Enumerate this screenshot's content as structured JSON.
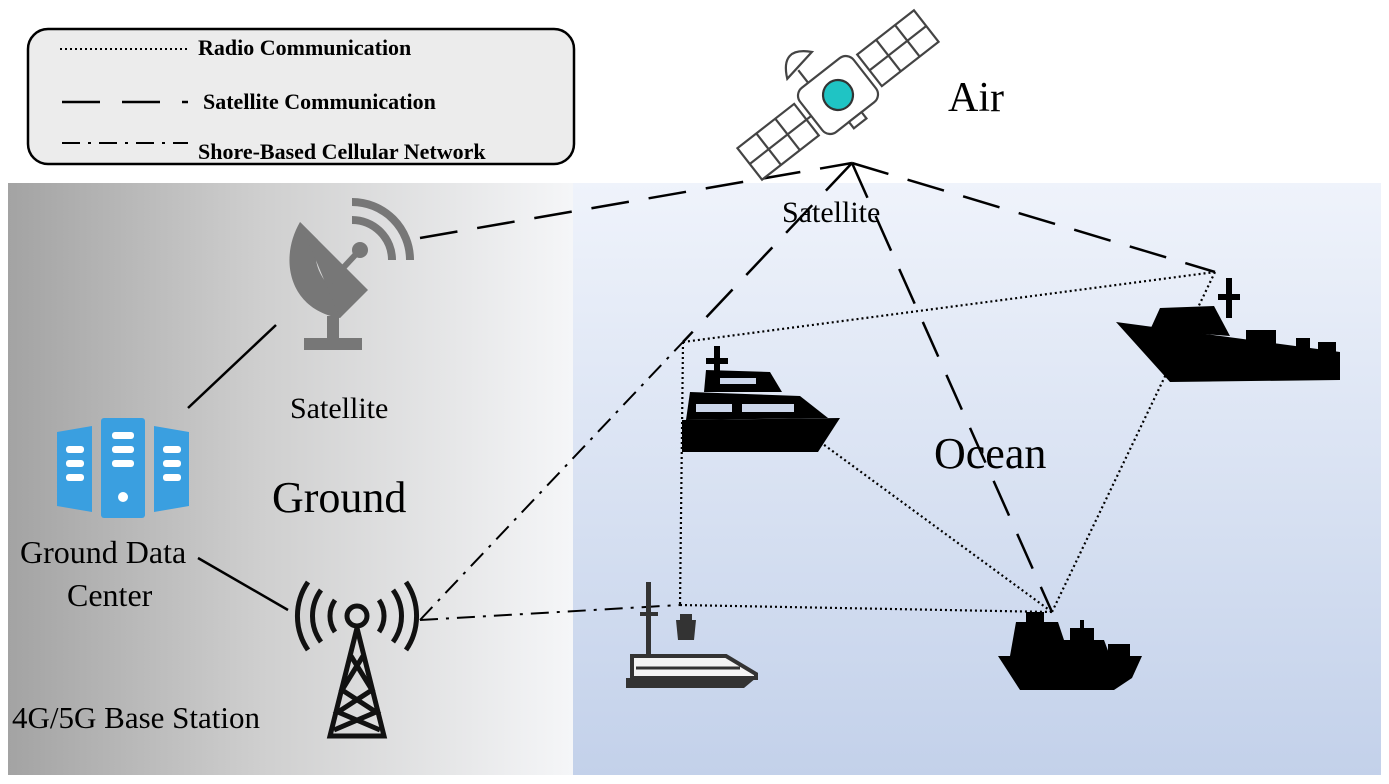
{
  "legend": {
    "items": [
      {
        "label": "Radio Communication",
        "style": "dotted"
      },
      {
        "label": "Satellite Communication",
        "style": "dashed"
      },
      {
        "label": "Shore-Based Cellular Network",
        "style": "dash-dot"
      }
    ]
  },
  "regions": {
    "air": "Air",
    "ground": "Ground",
    "ocean": "Ocean"
  },
  "nodes": {
    "satellite_space": "Satellite",
    "satellite_ground": "Satellite",
    "data_center_line1": "Ground Data",
    "data_center_line2": "Center",
    "base_station": "4G/5G Base Station"
  },
  "colors": {
    "ground_dark": "#a3a3a3",
    "ocean_light": "#eef2fb",
    "ocean_dark": "#c4d2ea",
    "data_center_blue": "#3a9fe0",
    "satellite_accent": "#1fc4c4",
    "legend_fill": "#ececec"
  }
}
